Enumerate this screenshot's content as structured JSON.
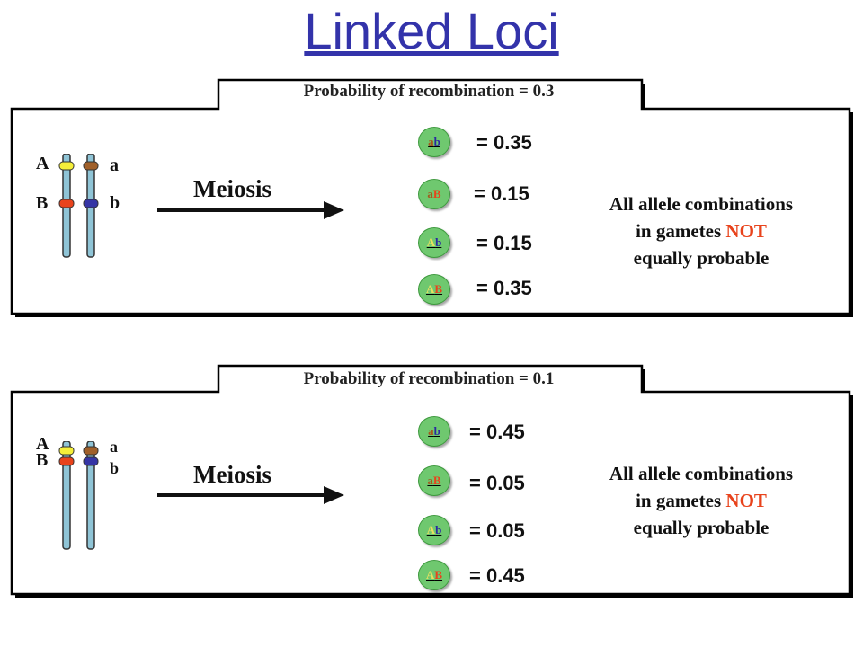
{
  "title": "Linked Loci",
  "panels": [
    {
      "recomb_label": "Probability of recombination  = 0.3",
      "allele_A": "A",
      "allele_a": "a",
      "allele_B": "B",
      "allele_b": "b",
      "meiosis": "Meiosis",
      "gametes": [
        {
          "first": "a",
          "second": "b",
          "prob": "= 0.35"
        },
        {
          "first": "a",
          "second": "B",
          "prob": "= 0.15"
        },
        {
          "first": "A",
          "second": "b",
          "prob": "= 0.15"
        },
        {
          "first": "A",
          "second": "B",
          "prob": "= 0.35"
        }
      ],
      "note_line1": "All allele combinations",
      "note_line2a": "in gametes ",
      "note_line2b": "NOT",
      "note_line3": "equally probable"
    },
    {
      "recomb_label": "Probability of recombination  = 0.1",
      "allele_A": "A",
      "allele_a": "a",
      "allele_B": "B",
      "allele_b": "b",
      "meiosis": "Meiosis",
      "gametes": [
        {
          "first": "a",
          "second": "b",
          "prob": "= 0.45"
        },
        {
          "first": "a",
          "second": "B",
          "prob": "= 0.05"
        },
        {
          "first": "A",
          "second": "b",
          "prob": "= 0.05"
        },
        {
          "first": "A",
          "second": "B",
          "prob": "= 0.45"
        }
      ],
      "note_line1": "All allele combinations",
      "note_line2a": "in gametes ",
      "note_line2b": "NOT",
      "note_line3": "equally probable"
    }
  ],
  "colors": {
    "title": "#3333aa",
    "chromosome": "#8fc4d6",
    "allele_A": "#f5ef3a",
    "allele_a": "#a0602a",
    "allele_B": "#e8431c",
    "allele_b": "#3535a5",
    "gamete_fill": "#6fc86f",
    "not_text": "#e8431c"
  },
  "icons": [
    "chromosome-pair-icon",
    "arrow-right-icon",
    "gamete-icon"
  ]
}
